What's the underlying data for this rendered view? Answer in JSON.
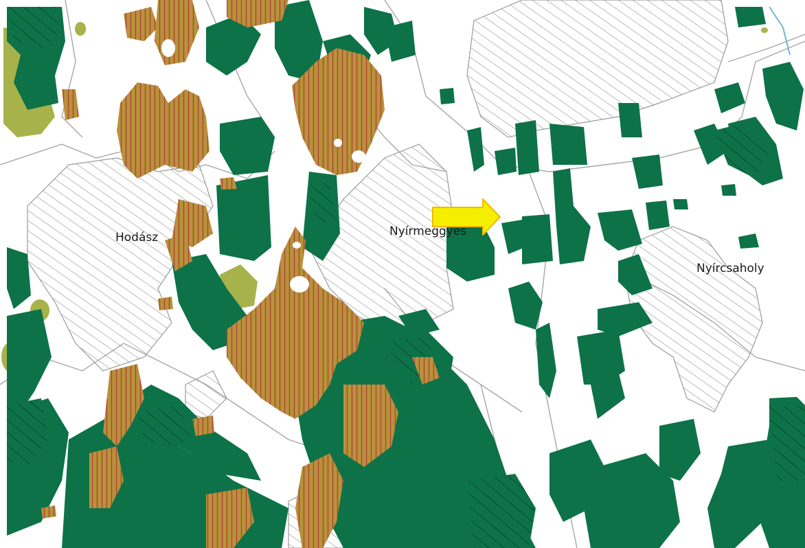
{
  "map": {
    "place_labels": [
      {
        "id": "hodasz",
        "text": "Hodász"
      },
      {
        "id": "nyirmeggyes",
        "text": "Nyírmeggyes"
      },
      {
        "id": "nyircsaholy",
        "text": "Nyírcsaholy"
      }
    ],
    "colors": {
      "forest": "#0d7248",
      "olive": "#a7b24b",
      "striped_fill": "#b8923a",
      "striped_line": "#b0443a",
      "hatch": "#7a7a7a",
      "boundary": "#a6a6a6",
      "arrow": "#f5ee00",
      "arrow_outline": "#f2b800",
      "water": "#6fb6d8"
    },
    "marker": {
      "type": "arrow",
      "direction": "right",
      "icon": "yellow-arrow-icon"
    }
  }
}
